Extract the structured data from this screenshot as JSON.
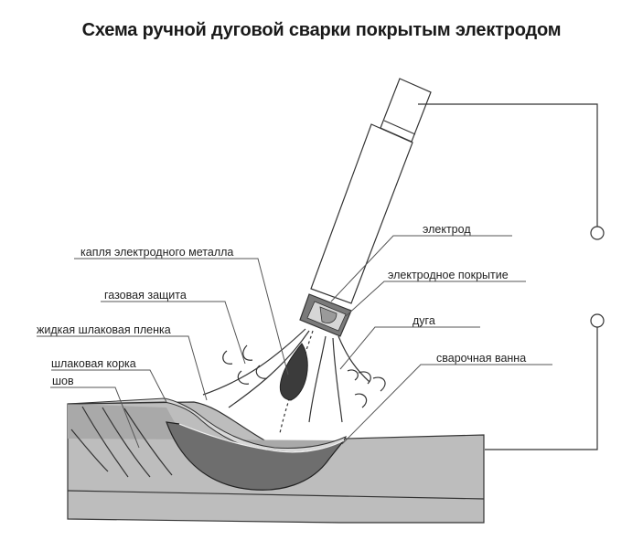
{
  "title": "Схема ручной дуговой сварки покрытым электродом",
  "labels": {
    "electrode": "электрод",
    "drop": "капля электродного металла",
    "coating": "электродное покрытие",
    "gas": "газовая защита",
    "arc": "дуга",
    "slag_film": "жидкая шлаковая пленка",
    "pool": "сварочная ванна",
    "slag_crust": "шлаковая корка",
    "seam": "шов"
  }
}
